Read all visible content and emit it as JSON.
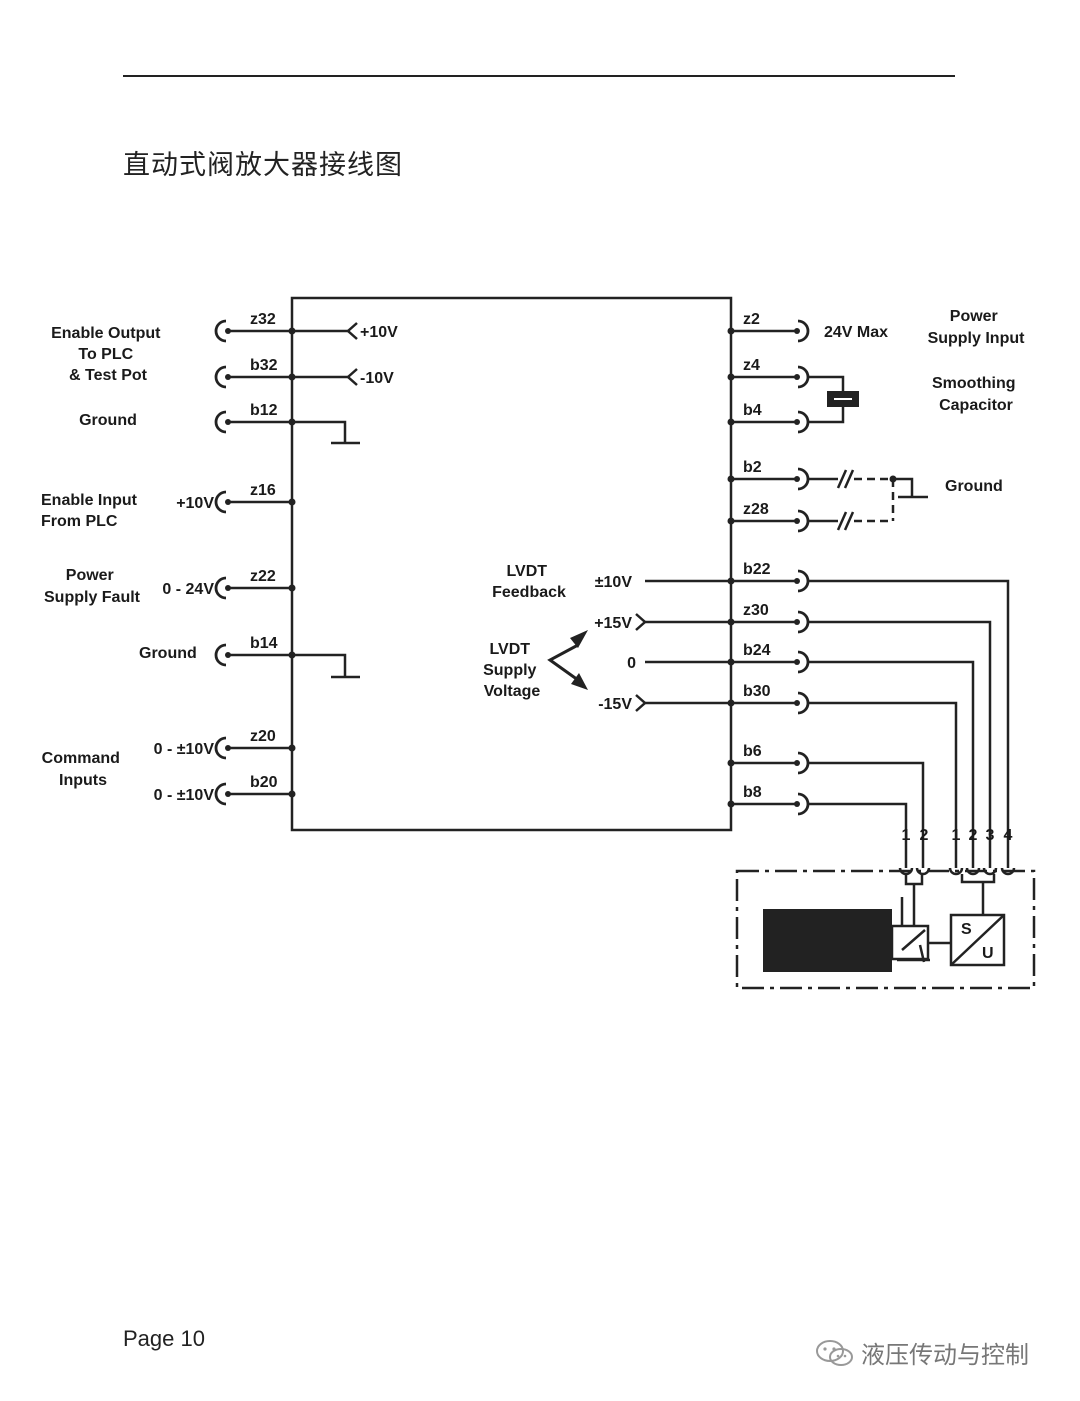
{
  "page": {
    "title": "直动式阀放大器接线图",
    "page_number": "Page 10",
    "watermark": "液压传动与控制"
  },
  "left_pins": [
    {
      "pin": "z32",
      "label": "+10V"
    },
    {
      "pin": "b32",
      "label": "-10V"
    },
    {
      "pin": "b12",
      "label": ""
    },
    {
      "pin": "z16",
      "label": "+10V"
    },
    {
      "pin": "z22",
      "label": "0 - 24V"
    },
    {
      "pin": "b14",
      "label": ""
    },
    {
      "pin": "z20",
      "label": "0 - ±10V"
    },
    {
      "pin": "b20",
      "label": "0 - ±10V"
    }
  ],
  "left_groups": [
    {
      "lines": [
        "Enable Output",
        "To PLC",
        "& Test Pot"
      ]
    },
    {
      "lines": [
        "Ground"
      ]
    },
    {
      "lines": [
        "Enable Input",
        "From PLC"
      ]
    },
    {
      "lines": [
        "Power",
        "Supply Fault"
      ]
    },
    {
      "lines": [
        "Ground"
      ]
    },
    {
      "lines": [
        "Command",
        "Inputs"
      ]
    }
  ],
  "right_pins": [
    {
      "pin": "z2",
      "label": "24V Max"
    },
    {
      "pin": "z4",
      "label": ""
    },
    {
      "pin": "b4",
      "label": ""
    },
    {
      "pin": "b2",
      "label": ""
    },
    {
      "pin": "z28",
      "label": ""
    },
    {
      "pin": "b22",
      "label": "±10V"
    },
    {
      "pin": "z30",
      "label": "+15V"
    },
    {
      "pin": "b24",
      "label": "0"
    },
    {
      "pin": "b30",
      "label": "-15V"
    },
    {
      "pin": "b6",
      "label": ""
    },
    {
      "pin": "b8",
      "label": ""
    }
  ],
  "right_groups": [
    {
      "lines": [
        "Power",
        "Supply Input"
      ]
    },
    {
      "lines": [
        "Smoothing",
        "Capacitor"
      ]
    },
    {
      "lines": [
        "Ground"
      ]
    }
  ],
  "internal_labels": {
    "lvdt_feedback": [
      "LVDT",
      "Feedback"
    ],
    "lvdt_supply": [
      "LVDT",
      "Supply",
      "Voltage"
    ]
  },
  "connector_numbers": {
    "solenoid": [
      "1",
      "2"
    ],
    "lvdt": [
      "1",
      "2",
      "3",
      "4"
    ]
  },
  "valve_symbols": {
    "s": "S",
    "u": "U"
  }
}
